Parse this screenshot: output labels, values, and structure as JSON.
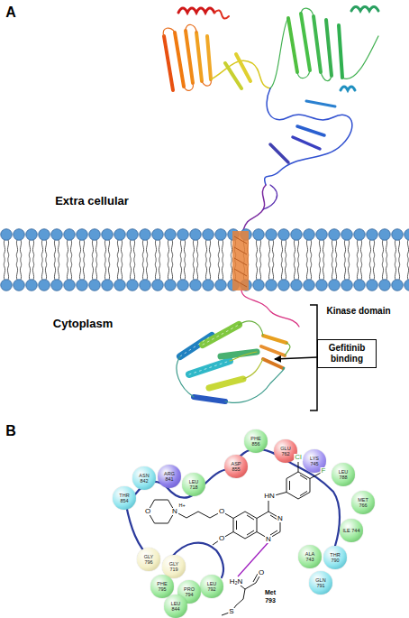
{
  "diagram": {
    "nodes": [
      {
        "text": [
          "Gefitinib binding"
        ]
      },
      {
        "text": [
          "PHE 856"
        ]
      },
      {
        "text": [
          "GLU 762"
        ]
      },
      {
        "text": [
          "ASP 855"
        ]
      },
      {
        "text": [
          "LYS 745"
        ]
      },
      {
        "text": [
          "LEU 788"
        ]
      },
      {
        "text": [
          "ARG 841"
        ]
      },
      {
        "text": [
          "ASN 842"
        ]
      },
      {
        "text": [
          "LEU 718"
        ]
      },
      {
        "text": [
          "MET 766"
        ]
      },
      {
        "text": [
          "THR 854"
        ]
      },
      {
        "text": [
          "ILE 744"
        ]
      },
      {
        "text": [
          "THR 790"
        ]
      },
      {
        "text": [
          "ALA 743"
        ]
      },
      {
        "text": [
          "GLY 796"
        ]
      },
      {
        "text": [
          "GLY 719"
        ]
      },
      {
        "text": [
          "GLN 791"
        ]
      },
      {
        "text": [
          "LEU 792"
        ]
      },
      {
        "text": [
          "PHE 795"
        ]
      },
      {
        "text": [
          "PRO 794"
        ]
      },
      {
        "text": [
          "LEU 844"
        ]
      }
    ],
    "labels": [
      "A",
      "B",
      "Extra cellular",
      "Cytoplasm",
      "Kinase domain",
      "Cl",
      "F",
      "HN",
      "N",
      "N",
      "O",
      "O",
      "O",
      "N",
      "H+",
      "H₂N",
      "O",
      "S",
      "Met",
      "793"
    ]
  }
}
